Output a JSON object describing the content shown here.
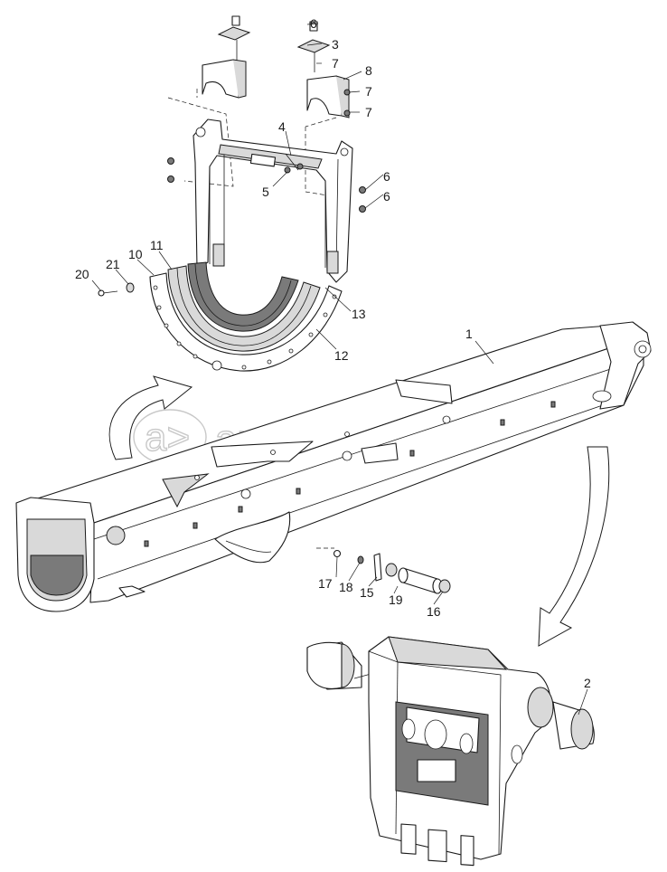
{
  "watermark": {
    "text": "autopiter.ru",
    "symbol": "a>"
  },
  "callouts": [
    {
      "id": "c6a",
      "label": "6"
    },
    {
      "id": "c3",
      "label": "3"
    },
    {
      "id": "c7a",
      "label": "7"
    },
    {
      "id": "c8",
      "label": "8"
    },
    {
      "id": "c7b",
      "label": "7"
    },
    {
      "id": "c7c",
      "label": "7"
    },
    {
      "id": "c4",
      "label": "4"
    },
    {
      "id": "c5",
      "label": "5"
    },
    {
      "id": "c6b",
      "label": "6"
    },
    {
      "id": "c6c",
      "label": "6"
    },
    {
      "id": "c20",
      "label": "20"
    },
    {
      "id": "c21",
      "label": "21"
    },
    {
      "id": "c10",
      "label": "10"
    },
    {
      "id": "c11",
      "label": "11"
    },
    {
      "id": "c13",
      "label": "13"
    },
    {
      "id": "c12",
      "label": "12"
    },
    {
      "id": "c1",
      "label": "1"
    },
    {
      "id": "c17",
      "label": "17"
    },
    {
      "id": "c18",
      "label": "18"
    },
    {
      "id": "c15",
      "label": "15"
    },
    {
      "id": "c19",
      "label": "19"
    },
    {
      "id": "c16",
      "label": "16"
    },
    {
      "id": "c2",
      "label": "2"
    }
  ]
}
